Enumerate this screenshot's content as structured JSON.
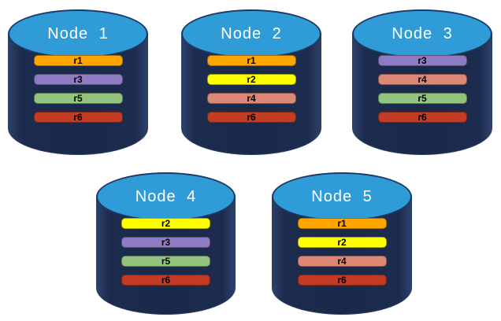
{
  "palette": {
    "cylinder_body": "#1D2C4E",
    "cylinder_top": "#2F9CD8",
    "cylinder_outline": "#1C3A66",
    "title_text": "#FFFFFF",
    "bar_text": "#000000",
    "replica_colors": {
      "r1": "#FFA500",
      "r2": "#FFFF00",
      "r3": "#8E7CC3",
      "r4": "#DD8877",
      "r5": "#93C47D",
      "r6": "#C23B22"
    }
  },
  "nodes": [
    {
      "label": "Node 1",
      "bars": [
        {
          "label": "r1",
          "color": "#FFA500"
        },
        {
          "label": "r3",
          "color": "#8E7CC3"
        },
        {
          "label": "r5",
          "color": "#93C47D"
        },
        {
          "label": "r6",
          "color": "#C23B22"
        }
      ]
    },
    {
      "label": "Node 2",
      "bars": [
        {
          "label": "r1",
          "color": "#FFA500"
        },
        {
          "label": "r2",
          "color": "#FFFF00"
        },
        {
          "label": "r4",
          "color": "#DD8877"
        },
        {
          "label": "r6",
          "color": "#C23B22"
        }
      ]
    },
    {
      "label": "Node 3",
      "bars": [
        {
          "label": "r3",
          "color": "#8E7CC3"
        },
        {
          "label": "r4",
          "color": "#DD8877"
        },
        {
          "label": "r5",
          "color": "#93C47D"
        },
        {
          "label": "r6",
          "color": "#C23B22"
        }
      ]
    },
    {
      "label": "Node 4",
      "bars": [
        {
          "label": "r2",
          "color": "#FFFF00"
        },
        {
          "label": "r3",
          "color": "#8E7CC3"
        },
        {
          "label": "r5",
          "color": "#93C47D"
        },
        {
          "label": "r6",
          "color": "#C23B22"
        }
      ]
    },
    {
      "label": "Node 5",
      "bars": [
        {
          "label": "r1",
          "color": "#FFA500"
        },
        {
          "label": "r2",
          "color": "#FFFF00"
        },
        {
          "label": "r4",
          "color": "#DD8877"
        },
        {
          "label": "r6",
          "color": "#C23B22"
        }
      ]
    }
  ]
}
